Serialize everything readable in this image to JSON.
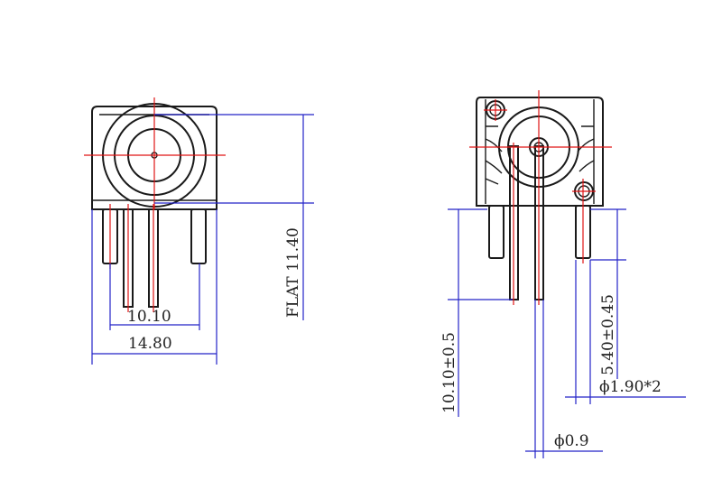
{
  "colors": {
    "outline": "#1a1a1a",
    "dimension": "#2323c8",
    "centerline": "#e01414",
    "text": "#222222",
    "background": "#ffffff"
  },
  "front_view": {
    "dim_pin_spacing": "10.10",
    "dim_body_width": "14.80",
    "dim_flat_height": "FLAT 11.40"
  },
  "side_view": {
    "dim_pin_length": "10.10±0.5",
    "dim_mount_pin_length": "5.40±0.45",
    "dim_mount_pin_diameter": "ϕ1.90*2",
    "dim_signal_pin_diameter": "ϕ0.9"
  }
}
